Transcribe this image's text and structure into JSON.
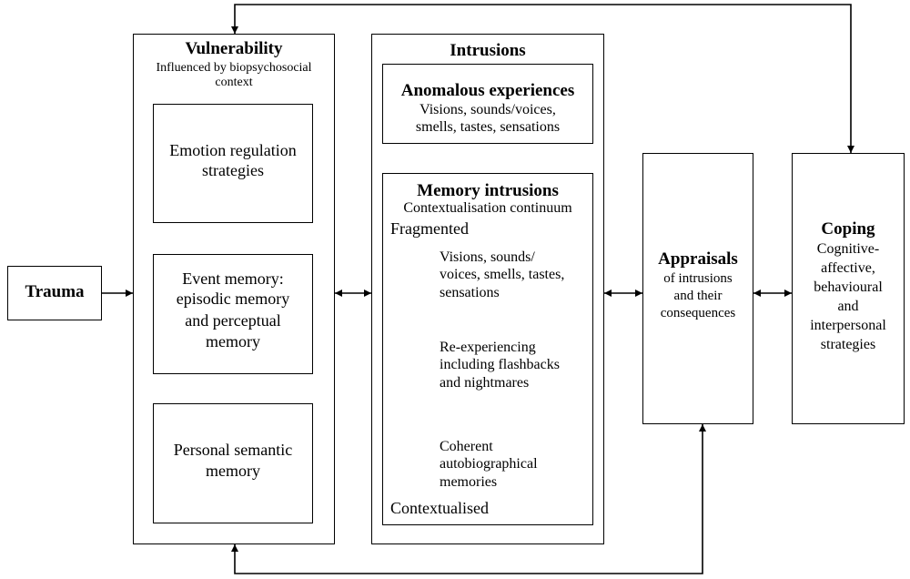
{
  "trauma": {
    "title": "Trauma"
  },
  "vulnerability": {
    "title": "Vulnerability",
    "subtitle_line1": "Influenced by biopsychosocial",
    "subtitle_line2": "context",
    "emotion_line1": "Emotion regulation",
    "emotion_line2": "strategies",
    "event_line1": "Event memory:",
    "event_line2": "episodic memory",
    "event_line3": "and perceptual",
    "event_line4": "memory",
    "semantic_line1": "Personal semantic",
    "semantic_line2": "memory"
  },
  "intrusions": {
    "title": "Intrusions",
    "anomalous_title": "Anomalous experiences",
    "anomalous_line1": "Visions, sounds/voices,",
    "anomalous_line2": "smells, tastes, sensations",
    "memory_title": "Memory intrusions",
    "memory_subtitle": "Contextualisation continuum",
    "fragmented": "Fragmented",
    "contextualised": "Contextualised",
    "item1_line1": "Visions, sounds/",
    "item1_line2": "voices, smells, tastes,",
    "item1_line3": "sensations",
    "item2_line1": "Re-experiencing",
    "item2_line2": "including flashbacks",
    "item2_line3": "and nightmares",
    "item3_line1": "Coherent",
    "item3_line2": "autobiographical",
    "item3_line3": "memories"
  },
  "appraisals": {
    "title": "Appraisals",
    "line1": "of intrusions",
    "line2": "and their",
    "line3": "consequences"
  },
  "coping": {
    "title": "Coping",
    "line1": "Cognitive-",
    "line2": "affective,",
    "line3": "behavioural",
    "line4": "and",
    "line5": "interpersonal",
    "line6": "strategies"
  }
}
